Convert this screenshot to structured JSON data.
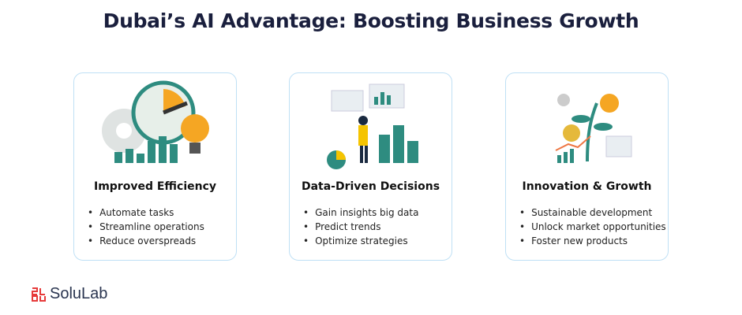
{
  "title": "Dubai’s AI Advantage: Boosting Business Growth",
  "cards": [
    {
      "title": "Improved Efficiency",
      "items": [
        "Automate tasks",
        "Streamline operations",
        "Reduce overspreads"
      ]
    },
    {
      "title": "Data-Driven Decisions",
      "items": [
        "Gain insights big data",
        "Predict trends",
        "Optimize strategies"
      ]
    },
    {
      "title": "Innovation & Growth",
      "items": [
        "Sustainable development",
        "Unlock market opportunities",
        "Foster new products"
      ]
    }
  ],
  "logo": {
    "text": "SoluLab",
    "brand_color": "#e63a3a"
  },
  "colors": {
    "accent_teal": "#2e8c80",
    "accent_orange": "#f5a623",
    "card_border": "#bfe0f5"
  }
}
